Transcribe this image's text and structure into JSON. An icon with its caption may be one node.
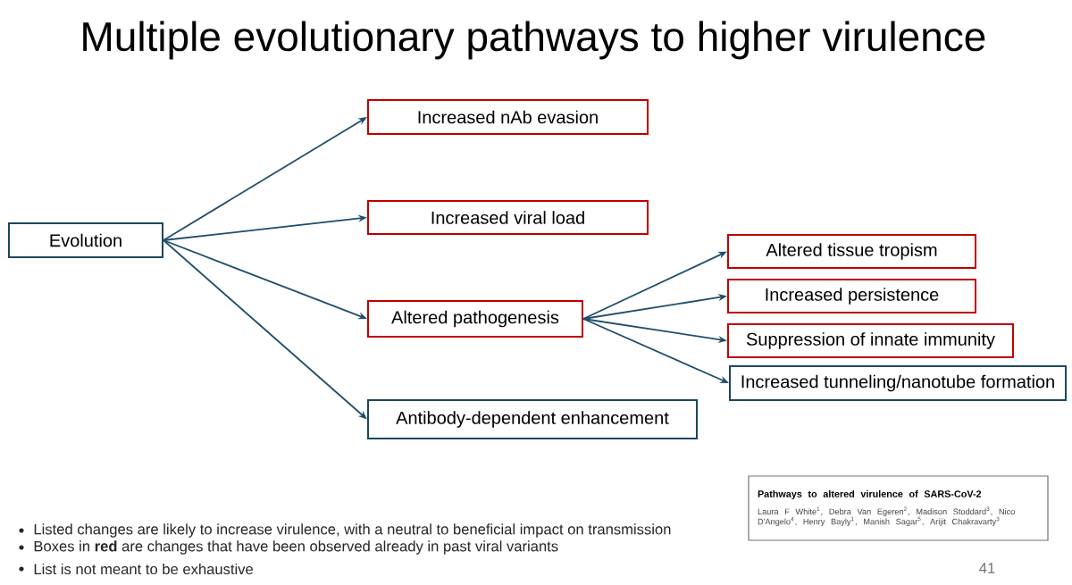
{
  "diagram": {
    "title": "Multiple evolutionary pathways to higher virulence",
    "nodes": [
      {
        "text": [
          "Evolution"
        ]
      },
      {
        "text": [
          "Increased nAb evasion"
        ]
      },
      {
        "text": [
          "Increased viral load"
        ]
      },
      {
        "text": [
          "Altered pathogenesis"
        ]
      },
      {
        "text": [
          "Antibody-dependent enhancement"
        ]
      },
      {
        "text": [
          "Altered tissue tropism"
        ]
      },
      {
        "text": [
          "Increased persistence"
        ]
      },
      {
        "text": [
          "Suppression of innate immunity"
        ]
      },
      {
        "text": [
          "Increased tunneling/nanotube formation"
        ]
      },
      {
        "text": [
          "Pathways to altered virulence of SARS-CoV-2",
          "Laura F White$^{1}$, Debra Van Egeren$^{2}$, Madison Stoddard$^{3}$, Nico D'Angelo$^{4}$, Henry Bayly$^{1}$, Manish Sagar$^{5}$, Arijit Chakravarty$^{3}$"
        ]
      }
    ],
    "edges": [
      {
        "from": 0,
        "to": 1,
        "arrow": "to"
      },
      {
        "from": 0,
        "to": 2,
        "arrow": "to"
      },
      {
        "from": 0,
        "to": 3,
        "arrow": "to"
      },
      {
        "from": 0,
        "to": 4,
        "arrow": "to"
      },
      {
        "from": 3,
        "to": 5,
        "arrow": "to"
      },
      {
        "from": 3,
        "to": 6,
        "arrow": "to"
      },
      {
        "from": 3,
        "to": 7,
        "arrow": "to"
      },
      {
        "from": 3,
        "to": 8,
        "arrow": "to"
      }
    ],
    "labels": [
      "Listed changes are likely to increase virulence, with a neutral to beneficial impact on transmission",
      "Boxes in **red** are changes that have been observed already in past viral variants",
      "List is not meant to be exhaustive",
      "41"
    ]
  }
}
